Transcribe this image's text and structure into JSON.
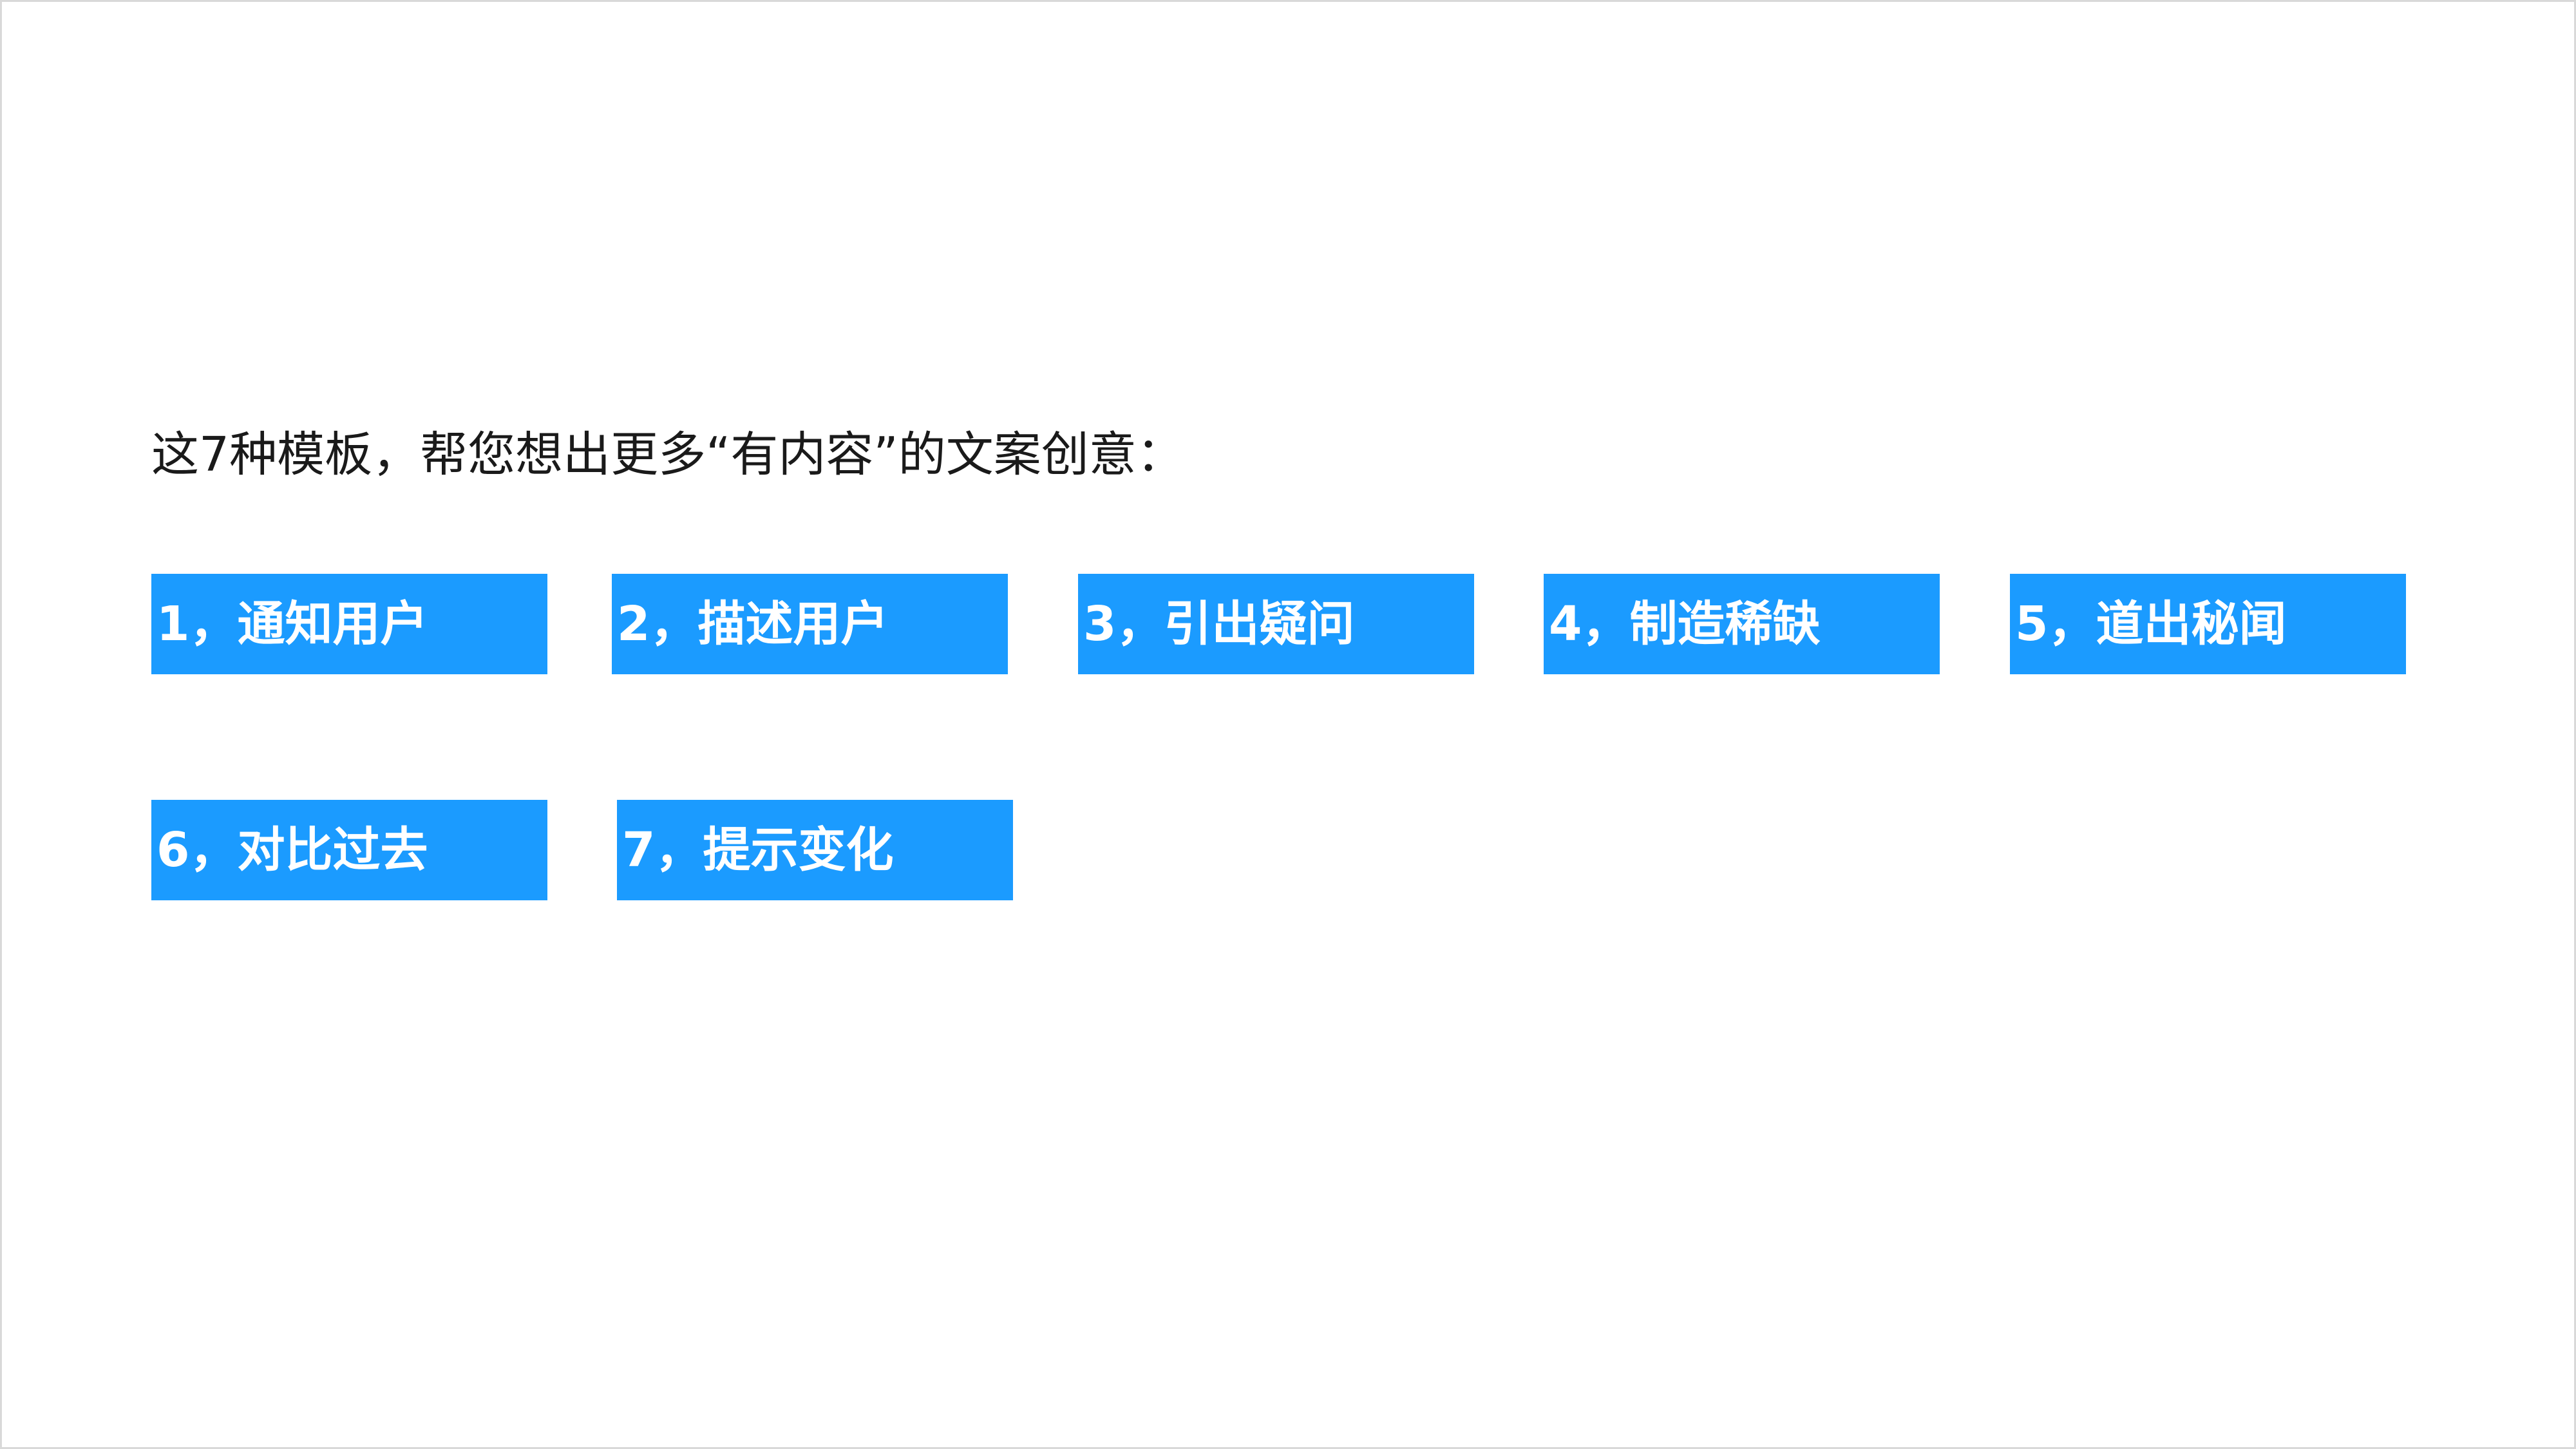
{
  "slide": {
    "heading": "这7种模板，帮您想出更多“有内容”的文案创意：",
    "templates": [
      "1，通知用户",
      "2，描述用户",
      "3，引出疑问",
      "4，制造稀缺",
      "5，道出秘闻",
      "6，对比过去",
      "7，提示变化"
    ]
  },
  "colors": {
    "tag_background": "#1b9bff",
    "tag_text": "#ffffff",
    "heading_text": "#1a1a1a"
  }
}
